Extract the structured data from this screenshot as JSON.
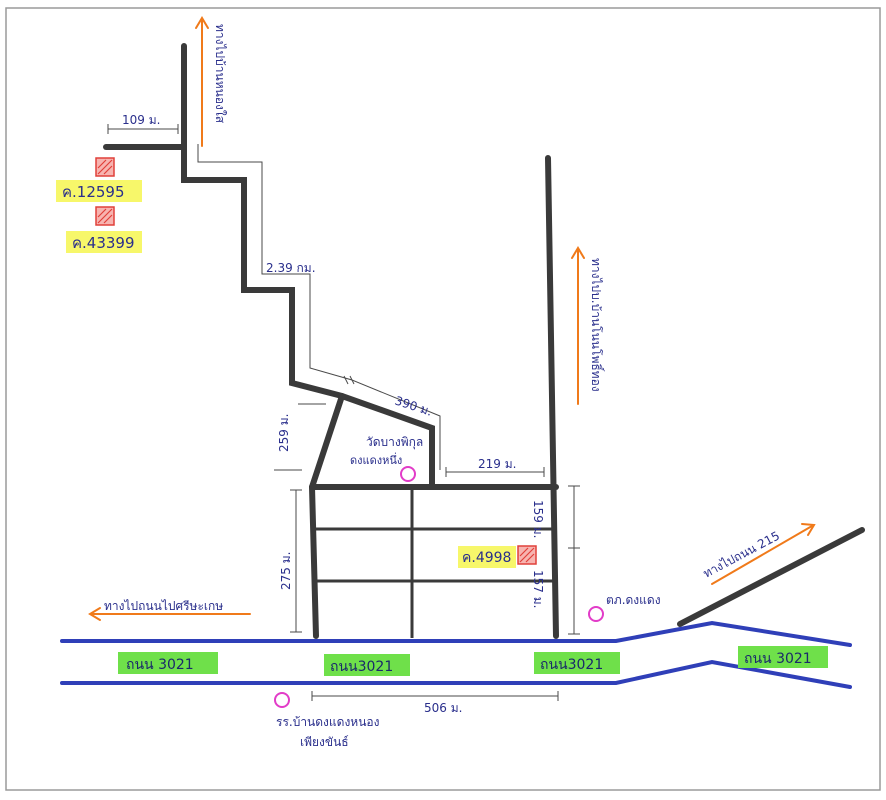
{
  "colors": {
    "road_blue": "#2f3fb8",
    "road_dark": "#3a3a3a",
    "arrow_orange": "#f07a1a",
    "highlight_green": "#6fe04a",
    "highlight_yellow": "#f7f76a",
    "plot_red": "#e0403a",
    "poi_magenta": "#e23cc8",
    "text_blue": "#2a2f8c"
  },
  "labels": {
    "plot_12595": "ค.12595",
    "plot_43399": "ค.43399",
    "plot_4998": "ค.4998",
    "dist_109m": "109 ม.",
    "dist_239km": "2.39 กม.",
    "dist_390m": "390 ม.",
    "dist_259m": "259 ม.",
    "dist_219m": "219 ม.",
    "dist_275m": "275 ม.",
    "dist_159m": "159 ม.",
    "dist_157m": "157 ม.",
    "dist_506m": "506 ม.",
    "dir_top": "ทางไปบ้านหนองใส",
    "dir_right": "ทางไปบ.บ้านโนนโพธิ์ทอง",
    "dir_left": "ทางไปถนนไปศรีษะเกษ",
    "dir_hwy215": "ทางไปถนน 215",
    "road_left": "ถนน 3021",
    "road_center": "ถนน3021",
    "road_right_mid": "ถนน3021",
    "road_far_right": "ถนน 3021",
    "temple_line1": "วัดบางพิกุล",
    "temple_line2": "ดงแดงหนึ่ง",
    "police": "ตภ.ดงแดง",
    "school_line1": "รร.บ้านดงแดงหนอง",
    "school_line2": "เพียงขันธ์"
  }
}
